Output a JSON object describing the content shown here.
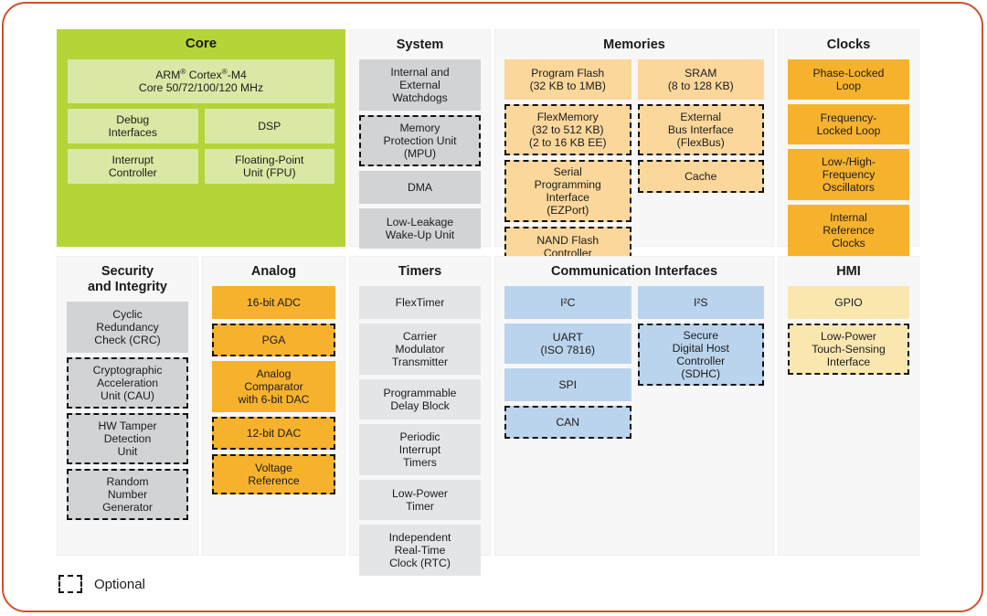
{
  "legend": {
    "optional_label": "Optional",
    "swatch_name": "dashed-border-swatch"
  },
  "colors": {
    "frame": "#d1502a",
    "core_panel": "#b4d438",
    "core_block": "#d9e8a4",
    "gray_block": "#d2d3d5",
    "gray_block_light": "#e4e5e7",
    "orange_block": "#f7b22d",
    "peach_block": "#fbd79b",
    "blue_block": "#bbd4ee",
    "cream_block": "#fae7b0",
    "panel_bg": "#f7f7f8"
  },
  "panels": {
    "core": {
      "title": "Core",
      "blocks": {
        "cpu_line1": "ARM® Cortex®-M4",
        "cpu_line2": "Core 50/72/100/120 MHz",
        "debug": "Debug\nInterfaces",
        "dsp": "DSP",
        "interrupt": "Interrupt\nController",
        "fpu": "Floating-Point\nUnit (FPU)"
      }
    },
    "system": {
      "title": "System",
      "blocks": [
        {
          "label": "Internal and\nExternal\nWatchdogs",
          "optional": false
        },
        {
          "label": "Memory\nProtection Unit\n(MPU)",
          "optional": true
        },
        {
          "label": "DMA",
          "optional": false
        },
        {
          "label": "Low-Leakage\nWake-Up Unit",
          "optional": false
        }
      ]
    },
    "memories": {
      "title": "Memories",
      "left": [
        {
          "label": "Program Flash\n(32 KB to 1MB)",
          "optional": false
        },
        {
          "label": "FlexMemory\n(32 to 512 KB)\n(2 to 16 KB EE)",
          "optional": true
        },
        {
          "label": "Serial\nProgramming\nInterface\n(EZPort)",
          "optional": true
        },
        {
          "label": "NAND Flash\nController",
          "optional": true
        }
      ],
      "right": [
        {
          "label": "SRAM\n(8 to 128 KB)",
          "optional": false
        },
        {
          "label": "External\nBus Interface\n(FlexBus)",
          "optional": true
        },
        {
          "label": "Cache",
          "optional": true
        }
      ]
    },
    "clocks": {
      "title": "Clocks",
      "blocks": [
        {
          "label": "Phase-Locked\nLoop",
          "optional": false
        },
        {
          "label": "Frequency-\nLocked Loop",
          "optional": false
        },
        {
          "label": "Low-/High-\nFrequency\nOscillators",
          "optional": false
        },
        {
          "label": "Internal\nReference\nClocks",
          "optional": false
        }
      ]
    },
    "security": {
      "title": "Security\nand Integrity",
      "blocks": [
        {
          "label": "Cyclic\nRedundancy\nCheck (CRC)",
          "optional": false
        },
        {
          "label": "Cryptographic\nAcceleration\nUnit (CAU)",
          "optional": true
        },
        {
          "label": "HW Tamper\nDetection\nUnit",
          "optional": true
        },
        {
          "label": "Random\nNumber\nGenerator",
          "optional": true
        }
      ]
    },
    "analog": {
      "title": "Analog",
      "blocks": [
        {
          "label": "16-bit ADC",
          "optional": false
        },
        {
          "label": "PGA",
          "optional": true
        },
        {
          "label": "Analog\nComparator\nwith 6-bit DAC",
          "optional": false
        },
        {
          "label": "12-bit DAC",
          "optional": true
        },
        {
          "label": "Voltage\nReference",
          "optional": true
        }
      ]
    },
    "timers": {
      "title": "Timers",
      "blocks": [
        {
          "label": "FlexTimer",
          "optional": false
        },
        {
          "label": "Carrier\nModulator\nTransmitter",
          "optional": false
        },
        {
          "label": "Programmable\nDelay Block",
          "optional": false
        },
        {
          "label": "Periodic\nInterrupt\nTimers",
          "optional": false
        },
        {
          "label": "Low-Power\nTimer",
          "optional": false
        },
        {
          "label": "Independent\nReal-Time\nClock (RTC)",
          "optional": false
        }
      ]
    },
    "communication": {
      "title": "Communication Interfaces",
      "left": [
        {
          "label": "I²C",
          "optional": false
        },
        {
          "label": "UART\n(ISO 7816)",
          "optional": false
        },
        {
          "label": "SPI",
          "optional": false
        },
        {
          "label": "CAN",
          "optional": true
        }
      ],
      "right": [
        {
          "label": "I²S",
          "optional": false
        },
        {
          "label": "Secure\nDigital Host\nController\n(SDHC)",
          "optional": true
        }
      ]
    },
    "hmi": {
      "title": "HMI",
      "blocks": [
        {
          "label": "GPIO",
          "optional": false
        },
        {
          "label": "Low-Power\nTouch-Sensing\nInterface",
          "optional": true
        }
      ]
    }
  }
}
